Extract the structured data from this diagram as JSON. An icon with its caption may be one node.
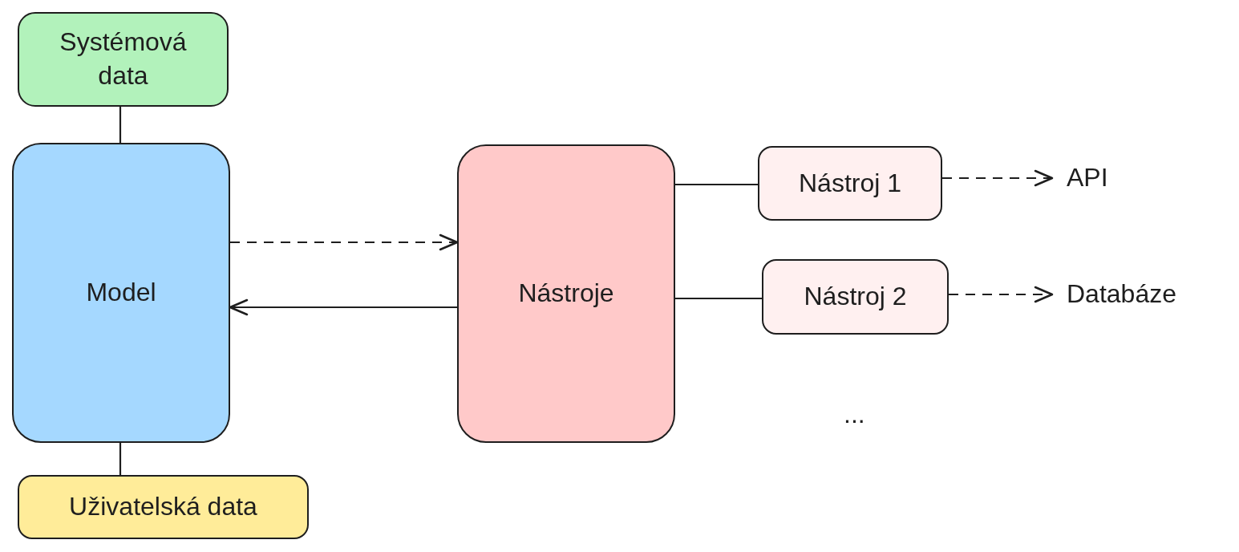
{
  "diagram": {
    "nodes": [
      {
        "text": [
          "Systémová data"
        ]
      },
      {
        "text": [
          "Model"
        ]
      },
      {
        "text": [
          "Uživatelská data"
        ]
      },
      {
        "text": [
          "Nástroje"
        ]
      },
      {
        "text": [
          "Nástroj 1"
        ]
      },
      {
        "text": [
          "Nástroj 2"
        ]
      },
      {
        "text": [
          "API"
        ]
      },
      {
        "text": [
          "Databáze"
        ]
      }
    ],
    "edges": [
      {
        "from": 0,
        "to": 1,
        "arrow": "none"
      },
      {
        "from": 1,
        "to": 2,
        "arrow": "none"
      },
      {
        "from": 1,
        "to": 3,
        "arrow": "to",
        "style": "dashed"
      },
      {
        "from": 3,
        "to": 1,
        "arrow": "to"
      },
      {
        "from": 3,
        "to": 4,
        "arrow": "none"
      },
      {
        "from": 3,
        "to": 5,
        "arrow": "none"
      },
      {
        "from": 4,
        "to": 6,
        "arrow": "to",
        "style": "dashed"
      },
      {
        "from": 5,
        "to": 7,
        "arrow": "to",
        "style": "dashed"
      }
    ],
    "labels": [
      "..."
    ]
  }
}
